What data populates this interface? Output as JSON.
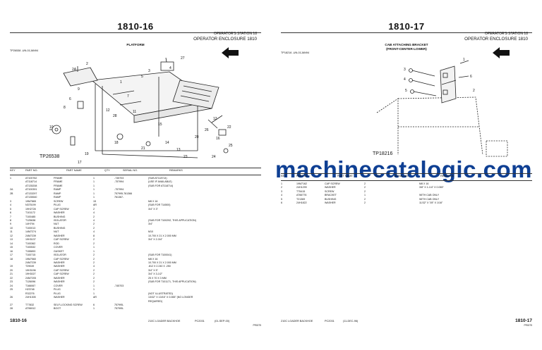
{
  "left": {
    "title": "1810-16",
    "section_line1": "OPERATOR'S STATION    18",
    "section_line2": "OPERATOR ENCLOSURE 1810",
    "figure_code": "TP26538       -UN-01JAN94",
    "figure_name": "PLATFORM",
    "figure_tag": "TP26538",
    "callouts": [
      "27",
      "4",
      "3",
      "5",
      "2",
      "2A",
      "1",
      "9",
      "6",
      "7",
      "8",
      "12",
      "11",
      "28",
      "10",
      "12",
      "15",
      "26",
      "20",
      "22",
      "16",
      "14",
      "18",
      "13",
      "21",
      "25",
      "23",
      "19",
      "24",
      "17"
    ],
    "col_headers": {
      "key": "KEY",
      "part": "PART NO.",
      "name": "PART NAME",
      "qty": "QTY",
      "serial": "SERIAL NO.",
      "remarks": "REMARKS"
    },
    "rows": [
      [
        "1",
        "AT100762",
        "FRAME",
        "1",
        "-745703",
        "(SUB AT118714)"
      ],
      [
        "",
        "AT118714",
        "FRAME",
        "1",
        "-757994",
        "(USE IF AVAILABLE)"
      ],
      [
        "",
        "AT135208",
        "FRAME",
        "1",
        "",
        "(SUB FOR AT118714)"
      ],
      [
        "2A",
        "AT100391",
        "RAMP",
        "1",
        "-757994",
        ""
      ],
      [
        "2B",
        "AT133297",
        "RAMP",
        "1",
        "757995-761366",
        ""
      ],
      [
        "",
        "AT135540",
        "RAMP",
        "1",
        "761367-",
        ""
      ],
      [
        "3",
        "19M7865",
        "SCREW",
        "15",
        "",
        "M8 X 16"
      ],
      [
        "4",
        "N375199",
        "PLUG",
        "AR",
        "",
        "(SUB FOR T14500)"
      ],
      [
        "5",
        "19H2728",
        "CAP SCREW",
        "2",
        "",
        "3/4\" X 3\""
      ],
      [
        "6",
        "T101172",
        "WASHER",
        "4",
        "",
        ""
      ],
      [
        "7",
        "T100485",
        "BUSHING",
        "2",
        "",
        ""
      ],
      [
        "8",
        "T125638",
        "ISOLATOR",
        "4",
        "",
        "(SUB FOR T100292, THIS APPLICATION)"
      ],
      [
        "9",
        "14H794",
        "NUT",
        "2",
        "",
        "3/4\""
      ],
      [
        "10",
        "T100013",
        "BUSHING",
        "2",
        "",
        ""
      ],
      [
        "11",
        "14M7274",
        "NUT",
        "4",
        "",
        "M10"
      ],
      [
        "12",
        "24M7239",
        "WASHER",
        "8",
        "",
        "10.700 X 21 X 2.000 MM"
      ],
      [
        "13",
        "19H3137",
        "CAP SCREW",
        "2",
        "",
        "3/4\" X 2-3/4\""
      ],
      [
        "14",
        "T100362",
        "ROD",
        "2",
        "",
        ""
      ],
      [
        "15",
        "T100532",
        "COVER",
        "1",
        "",
        ""
      ],
      [
        "16",
        "T155893",
        "GASKET",
        "1",
        "",
        ""
      ],
      [
        "17",
        "T100715",
        "ISOLATOR",
        "2",
        "",
        "(SUB FOR T100041)"
      ],
      [
        "18",
        "19M7560",
        "CAP SCREW",
        "2",
        "",
        "M8 X 16"
      ],
      [
        "",
        "24M7239",
        "WASHER",
        "2",
        "",
        "10.700 X 21 X 2.000 MM"
      ],
      [
        "19",
        "T29049",
        "WASHER",
        "4",
        "",
        ".812 X 2.240 X .250"
      ],
      [
        "20",
        "19H3196",
        "CAP SCREW",
        "2",
        "",
        "3/4\" X 5\""
      ],
      [
        "21",
        "19H3027",
        "CAP SCREW",
        "2",
        "",
        "3/4\" X 3-1/2\""
      ],
      [
        "22",
        "24M7205",
        "WASHER",
        "2",
        "",
        "25 X 70 X 3 MM"
      ],
      [
        "23",
        "T126096",
        "WASHER",
        "2",
        "",
        "(SUB FOR T101171, THIS APPLICATION)"
      ],
      [
        "24",
        "T166067",
        "COVER",
        "1",
        "-745703",
        ""
      ],
      [
        "25",
        "H23748",
        "PLUG",
        "1",
        "",
        ""
      ],
      [
        "",
        "R32276",
        "PLUG",
        "1",
        "",
        "(NOT ILLUSTRATED)"
      ],
      [
        "26",
        "24H1305",
        "WASHER",
        "AR",
        "",
        "13/32\" X 13/16\" X 0.065\" (NO LONGER"
      ],
      [
        "",
        "",
        "",
        "",
        "",
        "REQUIRED)"
      ],
      [
        "27",
        "T77832",
        "SELF-LOCKING SCREW",
        "6",
        "757995-",
        ""
      ],
      [
        "28",
        "AT96912",
        "BOOT",
        "1",
        "757995-",
        ""
      ]
    ],
    "footer_page": "1810-16",
    "footer_model": "210C LOADER BACKHOE",
    "footer_pc": "PC2031",
    "footer_date": "(01-SEP-00)",
    "footer_code": "PR0275"
  },
  "right": {
    "title": "1810-17",
    "section_line1": "OPERATOR'S STATION    18",
    "section_line2": "OPERATOR ENCLOSURE 1810",
    "figure_code": "TP18216       -UN-01JAN94",
    "figure_name_line1": "CAB ATTACHING BRACKET",
    "figure_name_line2": "(FRONT-CENTER-LOWER)",
    "figure_tag": "TP18216",
    "callouts": [
      "1",
      "3",
      "4",
      "5",
      "6",
      "2"
    ],
    "col_headers": {
      "key": "KEY",
      "part": "PART NO.",
      "name": "PART NAME",
      "qty": "QTY",
      "serial": "SERIAL NO.",
      "remarks": "REMARKS"
    },
    "rows": [
      [
        "1",
        "19M7162",
        "CAP SCREW",
        "2",
        "",
        "M8 X 16"
      ],
      [
        "2",
        "24H1299",
        "WASHER",
        "2",
        "",
        "3/8\" X 1-1/4\" X 0.065\""
      ],
      [
        "3",
        "T75415",
        "SCREW",
        "2",
        "",
        ""
      ],
      [
        "4",
        "AT66776",
        "BRACKET",
        "1",
        "",
        "WITH CAB ONLY"
      ],
      [
        "5",
        "T21369",
        "BUSHING",
        "2",
        "",
        "WITH CAB ONLY"
      ],
      [
        "6",
        "24H1822",
        "WASHER",
        "2",
        "",
        "11/32\" X 7/8\" X 1/16\""
      ]
    ],
    "watermark": "machinecatalogic.com",
    "footer_page": "1810-17",
    "footer_model": "210C LOADER BACKHOE",
    "footer_pc": "PC2031",
    "footer_date": "(11-DEC-96)",
    "footer_code": "PR0275"
  }
}
